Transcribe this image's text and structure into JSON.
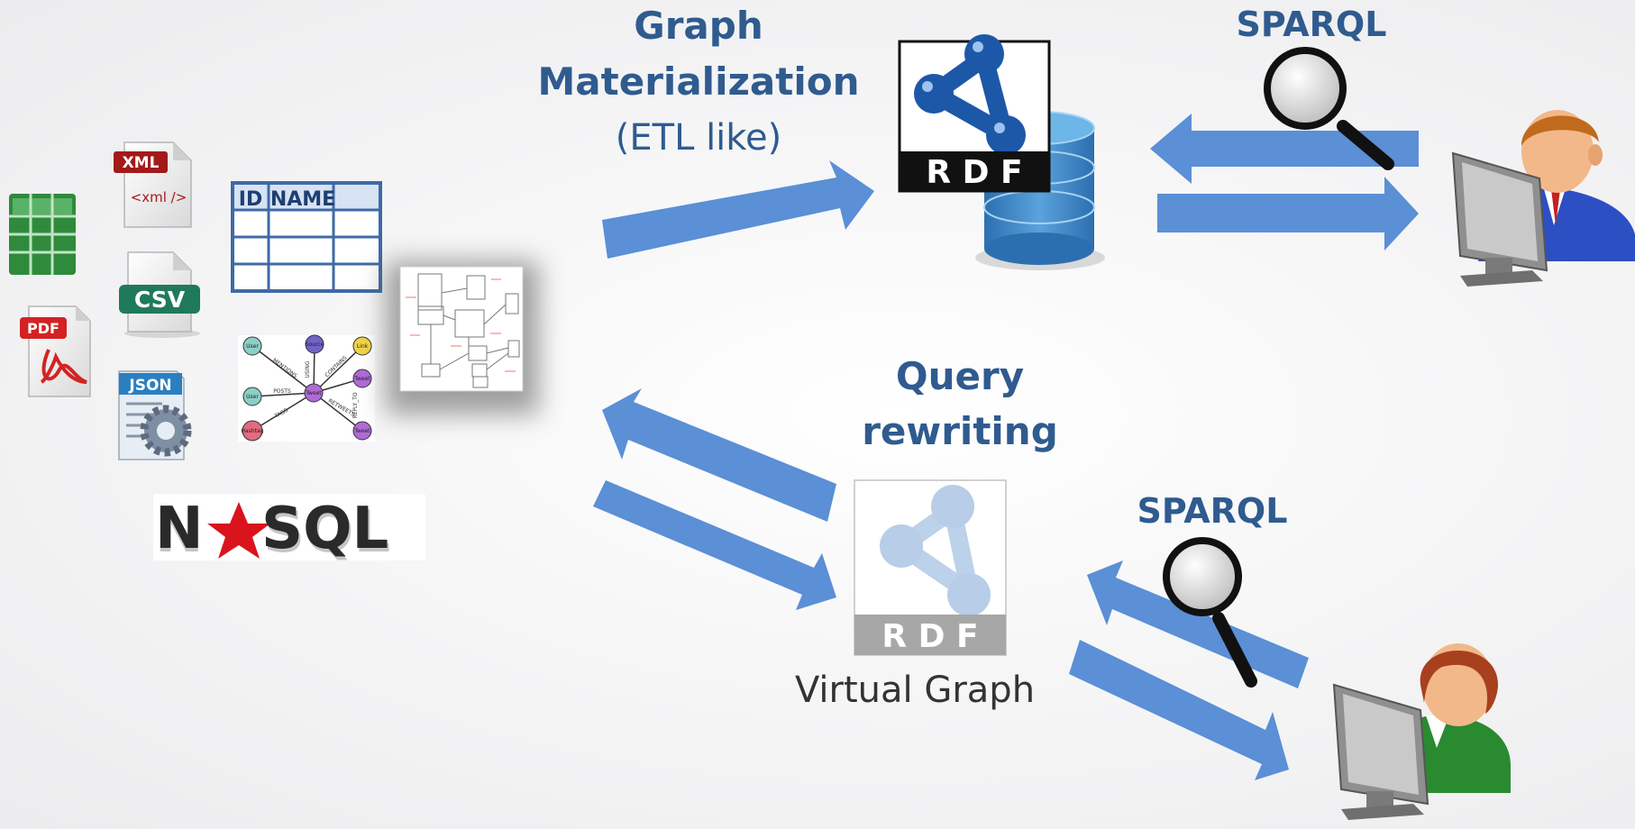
{
  "materialization": {
    "title_line1": "Graph",
    "title_line2": "Materialization",
    "subtitle": "(ETL like)"
  },
  "rewriting": {
    "title_line1": "Query",
    "title_line2": "rewriting"
  },
  "virtual_graph_label": "Virtual Graph",
  "sparql_top": "SPARQL",
  "sparql_bottom": "SPARQL",
  "rdf_logo_text": "R D F",
  "sources": {
    "xml_badge": "XML",
    "xml_tag": "<xml />",
    "csv_badge": "CSV",
    "pdf_badge": "PDF",
    "json_badge": "JSON",
    "table_headers": [
      "ID",
      "NAME"
    ],
    "nosql_logo": "N★SQL",
    "graph_nodes": [
      "User",
      "Source",
      "Link",
      "User",
      "Tweet",
      "Hashtag",
      "Tweet",
      "Tweet"
    ],
    "graph_edges": [
      "MENTIONS",
      "USING",
      "CONTAINS",
      "POSTS",
      "TAGS",
      "RETWEETS",
      "REPLY_TO"
    ]
  },
  "colors": {
    "arrow": "#5b8fd6",
    "title": "#2f5b8f",
    "rdf_blue": "#1d58a8",
    "db_blue": "#3d86c6"
  },
  "icons": [
    "spreadsheet-icon",
    "xml-file-icon",
    "csv-file-icon",
    "pdf-file-icon",
    "json-file-icon",
    "table-icon",
    "graph-icon",
    "er-diagram-icon",
    "nosql-logo",
    "rdf-logo",
    "database-icon",
    "magnifier-icon",
    "user-computer-icon"
  ]
}
